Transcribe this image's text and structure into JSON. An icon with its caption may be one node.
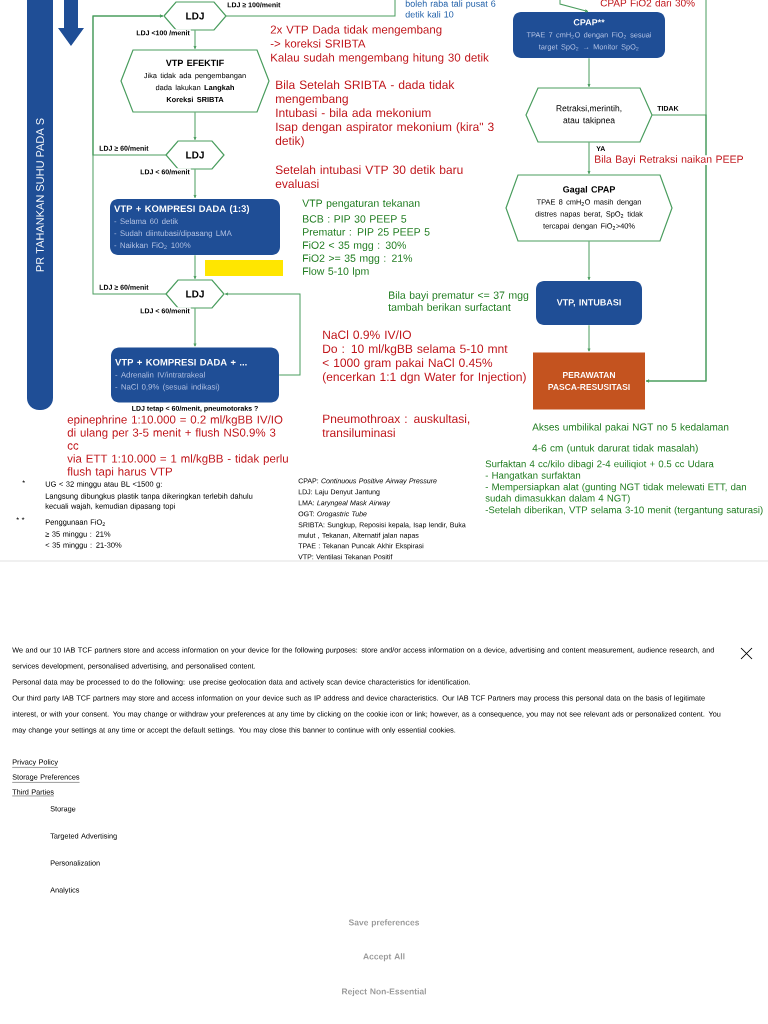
{
  "diagram": {
    "nodes": [
      {
        "text": [
          "LDJ"
        ]
      },
      {
        "text": [
          "VTP EFEKTIF",
          "Jika tidak ada pengembangan dada lakukan **Langkah Koreksi SRIBTA**"
        ]
      },
      {
        "text": [
          "LDJ"
        ]
      },
      {
        "text": [
          "VTP + KOMPRESI DADA (1:3)",
          "- Selama 60 detik",
          "- Sudah diintubasi/dipasang LMA",
          "- Naikkan FiO$_{2}$ 100%"
        ]
      },
      {
        "text": [
          "LDJ"
        ]
      },
      {
        "text": [
          "VTP + KOMPRESI DADA + ...",
          "- Adrenalin IV/intratrakeal",
          "- NaCl 0,9% (sesuai indikasi)"
        ],
        "beside": [
          "LDJ tetap < 60/menit, pneumotoraks ?"
        ]
      },
      {
        "text": [
          "PR TAHANKAN SUHU PADA S"
        ]
      },
      {
        "text": [
          "CPAP**",
          "TPAE 7 cmH$_{2}$O dengan FiO$_{2}$ sesuai target SpO$_{2}$ → Monitor SpO$_{2}$"
        ]
      },
      {
        "text": [
          "Retraksi,merintih, atau takipnea"
        ]
      },
      {
        "text": [
          "Gagal CPAP",
          "TPAE 8 cmH$_{2}$O masih dengan distres napas berat, SpO$_{2}$ tidak tercapai dengan FiO$_{2}$>40%"
        ]
      },
      {
        "text": [
          "VTP, INTUBASI"
        ]
      },
      {
        "text": [
          "PERAWATAN PASCA-RESUSITASI"
        ]
      }
    ],
    "edges": [
      {
        "from": 0,
        "to": 1,
        "arrow": "to",
        "label": "LDJ <100 /menit"
      },
      {
        "from": 1,
        "to": 2,
        "arrow": "to"
      },
      {
        "from": 2,
        "to": 3,
        "arrow": "to",
        "label": "LDJ < 60/menit"
      },
      {
        "from": 3,
        "to": 4,
        "arrow": "to"
      },
      {
        "from": 4,
        "to": 5,
        "arrow": "to",
        "label": "LDJ < 60/menit"
      },
      {
        "from": 2,
        "to": 0,
        "arrow": "to",
        "label": "LDJ ≥ 60/menit"
      },
      {
        "from": 4,
        "to": 0,
        "arrow": "to",
        "label": "LDJ ≥ 60/menit"
      },
      {
        "from": 5,
        "to": 4,
        "arrow": "to"
      },
      {
        "from": 0,
        "to": null,
        "arrow": "none",
        "label": "LDJ ≥ 100/menit"
      },
      {
        "from": null,
        "to": 11,
        "arrow": "to"
      },
      {
        "from": 8,
        "to": 11,
        "arrow": "to",
        "label": "TIDAK"
      },
      {
        "from": null,
        "to": 7,
        "arrow": "to"
      },
      {
        "from": 7,
        "to": 8,
        "arrow": "to"
      },
      {
        "from": 8,
        "to": 9,
        "arrow": "to",
        "label": "YA"
      },
      {
        "from": 9,
        "to": 10,
        "arrow": "to"
      },
      {
        "from": 10,
        "to": 11,
        "arrow": "to"
      }
    ],
    "labels": [
      "boleh raba tali pusat 6 detik kali 10",
      "CPAP FiO2 dari 30%",
      "2x VTP Dada tidak mengembang",
      "-> koreksi SRIBTA",
      "Kalau sudah mengembang hitung 30 detik",
      "Bila Setelah SRIBTA - dada tidak mengembang",
      "Intubasi - bila ada mekonium",
      "Isap dengan aspirator mekonium (kira\" 3 detik)",
      "Setelah intubasi VTP 30 detik baru evaluasi",
      "VTP pengaturan tekanan",
      "BCB : PIP 30 PEEP 5",
      "Prematur : PIP 25 PEEP 5",
      "FiO2 < 35 mgg : 30%",
      "FiO2 >= 35 mgg : 21%",
      "Flow 5-10 lpm",
      "Bila Bayi Retraksi naikan PEEP",
      "Bila bayi prematur <= 37 mgg tambah berikan surfactant",
      "NaCl 0.9% IV/IO",
      "Do : 10 ml/kgBB selama 5-10 mnt",
      "< 1000 gram pakai NaCl 0.45% (encerkan 1:1 dgn Water for Injection)",
      "Pneumothroax : auskultasi, transiluminasi",
      "epinephrine 1:10.000 = 0.2 ml/kgBB IV/IO di ulang per 3-5 menit + flush NS0.9% 3 cc",
      "via ETT 1:10.000 = 1 ml/kgBB - tidak perlu flush tapi harus VTP",
      "Akses umbilikal pakai NGT no 5 kedalaman",
      "4-6 cm (untuk darurat tidak masalah)",
      "Surfaktan 4 cc/kilo dibagi 2-4 euiliqiot + 0.5 cc Udara",
      "- Hangatkan surfaktan",
      "- Mempersiapkan alat (gunting NGT tidak melewati ETT, dan sudah dimasukkan dalam 4 NGT)",
      "-Setelah diberikan, VTP selama 3-10 menit (tergantung saturasi)",
      "*",
      "UG < 32 minggu atau BL <1500 g:",
      "Langsung dibungkus plastik tanpa dikeringkan terlebih dahulu kecuali wajah, kemudian dipasang topi",
      "* *",
      "Penggunaan FiO$_{2}$",
      "≥ 35 minggu : 21%",
      "< 35 minggu : 21-30%",
      "CPAP: *Continuous Positive Airway Pressure*",
      "LDJ: Laju Denyut Jantung",
      "LMA: *Laryngeal Mask Airway*",
      "OGT: *Orogastric Tube*",
      "SRIBTA: Sungkup, Reposisi kepala, Isap lendir, Buka mulut , Tekanan, Alternatif jalan napas",
      "TPAE : Tekanan Puncak Akhir Ekspirasi",
      "VTP: Ventilasi Tekanan Positif",
      "We and our 10 IAB TCF partners store and access information on your device for the following purposes: store and/or access information on a device, advertising and content measurement, audience research, and services development, personalised advertising, and personalised content.",
      "Personal data may be processed to do the following: use precise geolocation data and actively scan device characteristics for identification.",
      "Our third party IAB TCF partners may store and access information on your device such as IP address and device characteristics. Our IAB TCF Partners may process this personal data on the basis of legitimate interest, or with your consent. You may change or withdraw your preferences at any time by clicking on the cookie icon or link; however, as a consequence, you may not see relevant ads or personalized content. You may change your settings at any time or accept the default settings. You may close this banner to continue with only essential cookies.",
      "Privacy Policy",
      "Storage Preferences",
      "Third Parties",
      "Storage",
      "Targeted Advertising",
      "Personalization",
      "Analytics",
      "Save preferences",
      "Accept All",
      "Reject Non-Essential"
    ]
  }
}
